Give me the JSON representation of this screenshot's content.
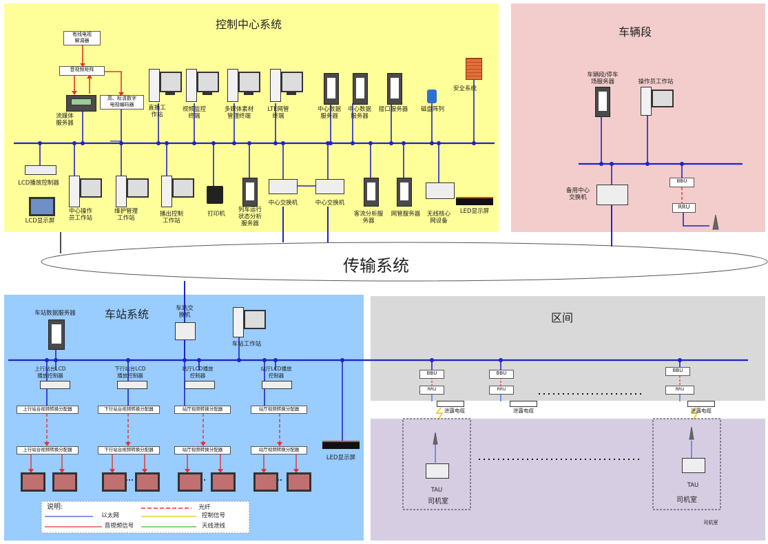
{
  "regions": {
    "control_center": "控制中心系统",
    "depot": "车辆段",
    "transport": "传输系统",
    "station": "车站系统",
    "interval": "区间"
  },
  "control": {
    "cable_tv_monitor": "有线电视\n解调器",
    "av_matrix": "音视频矩阵",
    "hd_encoder": "高、标清数字\n电视编码器",
    "streaming": "流媒体\n服务器",
    "live_ws": "直播工\n作站",
    "video_monitor": "视频监控\n终端",
    "multimedia": "多媒体素材\n管理终端",
    "lte": "LTE网管\n终端",
    "data_srv1": "中心数据\n服务器",
    "data_srv2": "中心数据\n服务器",
    "iface_srv": "接口服务器",
    "disk_array": "磁盘阵列",
    "security": "安全系统",
    "lcd_ctrl": "LCD播放控制器",
    "lcd_screen": "LCD显示屏",
    "op_ws": "中心操作\n员工作站",
    "maint_ws": "维护管理\n工作站",
    "play_ws": "播出控制\n工作站",
    "printer": "打印机",
    "train_srv": "列车运行\n状态分析\n服务器",
    "switch1": "中心交换机",
    "switch2": "中心交换机",
    "flow_srv": "客流分析服\n务器",
    "nm_srv": "网管服务器",
    "wireless": "无线核心\n网设备",
    "led": "LED显示屏"
  },
  "depot": {
    "depot_srv": "车辆段/停车\n场服务器",
    "op_ws": "操作员工作站",
    "backup_switch": "备用中心\n交换机",
    "bbu": "BBU",
    "rru": "RRU"
  },
  "station": {
    "data_srv": "车站数据服务器",
    "switch": "车站交\n换机",
    "ws": "车站工作站",
    "ctrl_up": "上行站台LCD\n播放控制器",
    "ctrl_down": "下行站台LCD\n播放控制器",
    "ctrl_hall1": "站厅LCD播放\n控制器",
    "ctrl_hall2": "站厅LCD播放\n控制器",
    "dist_up": "上行站台视频转换分配器",
    "dist_down": "下行站台视频转换分配器",
    "dist_hall1": "站厅视频转换分配器",
    "dist_hall2": "站厅视频转换分配器",
    "led": "LED显示屏"
  },
  "legend": {
    "title": "说明:",
    "ethernet": "以太网",
    "av": "音视频信号",
    "fiber": "光纤",
    "control": "控制信号",
    "antenna": "天线泄线"
  },
  "interval": {
    "bbu": "BBU",
    "rru": "RRU",
    "leaky": "泄露电缆",
    "tau": "TAU",
    "cab": "司机室",
    "cab_small": "司机室"
  }
}
